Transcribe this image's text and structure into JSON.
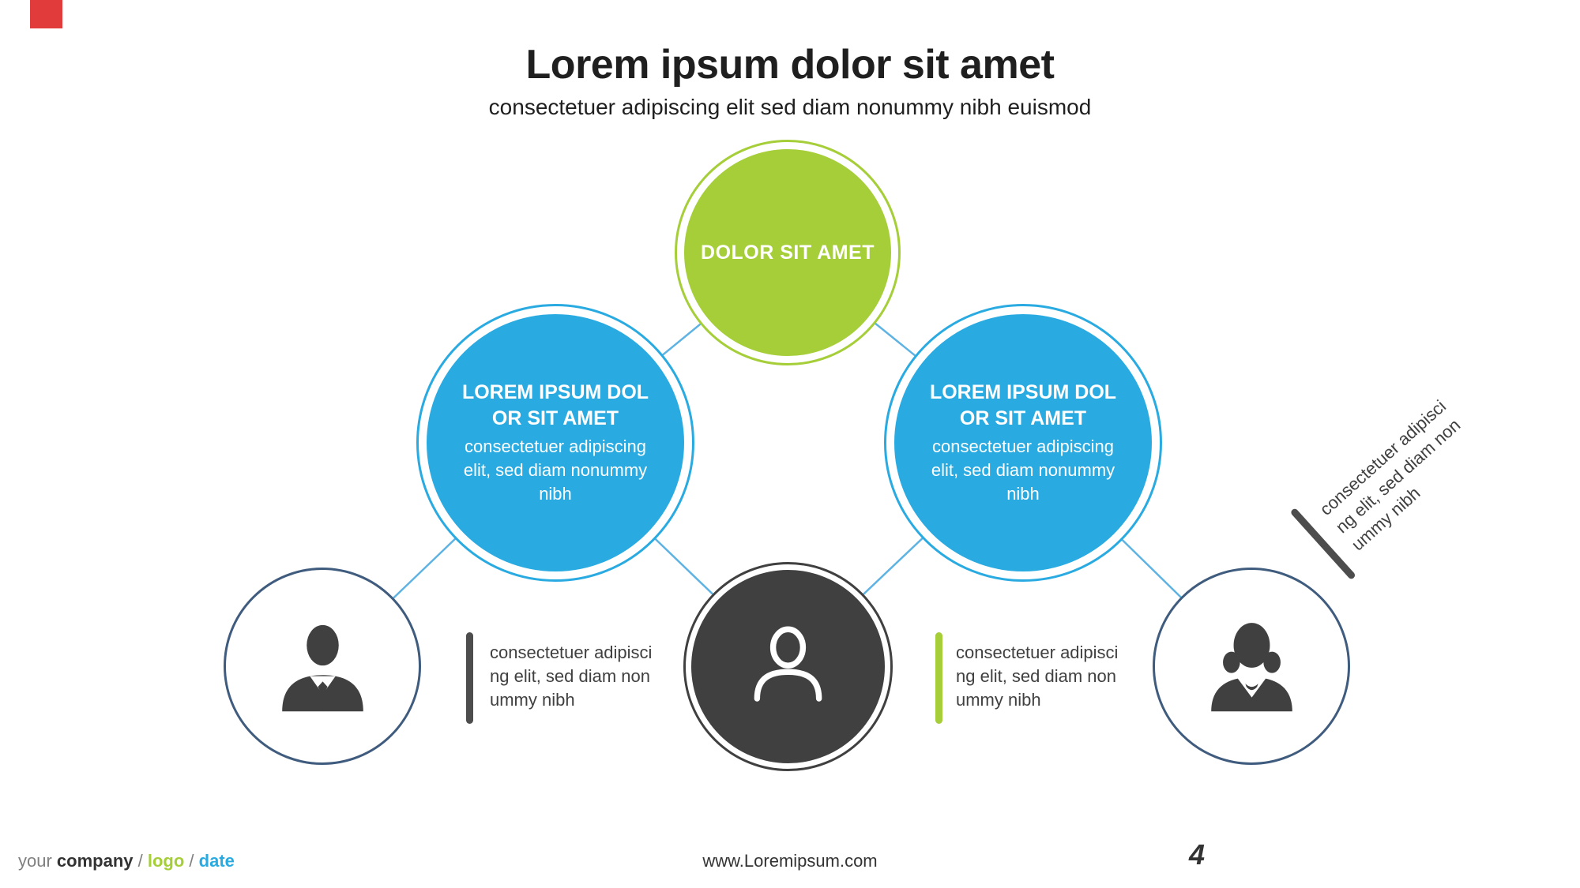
{
  "colors": {
    "accent_red": "#E23B3C",
    "accent_green": "#A5CE39",
    "accent_blue": "#29ABE2",
    "dark": "#404040",
    "steel_blue_border": "#3F5C7E",
    "connector_blue": "#5FB3E3"
  },
  "header": {
    "title": "Lorem ipsum dolor sit amet",
    "subtitle": "consectetuer adipiscing elit sed diam nonummy nibh euismod"
  },
  "diagram": {
    "top_circle": {
      "label": "DOLOR SIT AMET"
    },
    "left_circle": {
      "title": "LOREM IPSUM DOL\nOR SIT AMET",
      "body": "consectetuer adipiscing\nelit, sed diam nonummy\nnibh"
    },
    "right_circle": {
      "title": "LOREM IPSUM DOL\nOR SIT AMET",
      "body": "consectetuer adipiscing\nelit, sed diam nonummy\nnibh"
    },
    "annotation_left": "consectetuer adipisci\nng elit, sed diam non\nummy nibh",
    "annotation_center": "consectetuer adipisci\nng elit, sed diam non\nummy nibh",
    "annotation_rotated": "consectetuer adipisci\nng elit, sed diam non\nummy nibh"
  },
  "footer": {
    "prefix": "your ",
    "company": "company",
    "separator": " / ",
    "logo": "logo",
    "date": "date",
    "website": "www.Loremipsum.com",
    "page_number": "4"
  }
}
